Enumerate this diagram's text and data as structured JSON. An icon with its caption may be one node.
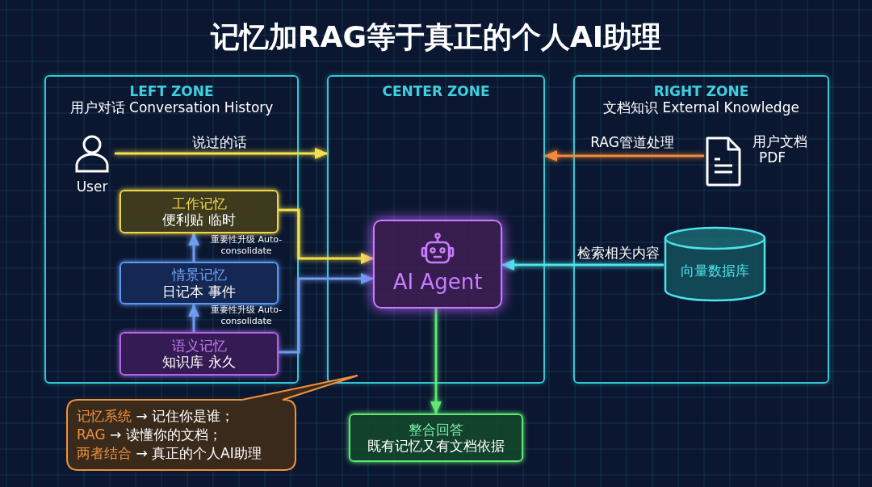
{
  "diagram": {
    "title": "记忆加RAG等于真正的个人AI助理",
    "nodes": [
      {
        "text": [
          "LEFT ZONE",
          "用户对话 Conversation History"
        ]
      },
      {
        "text": [
          "User"
        ],
        "in": 0
      },
      {
        "text": [
          "工作记忆",
          "便利贴 临时"
        ],
        "in": 0
      },
      {
        "text": [
          "情景记忆",
          "日记本 事件"
        ],
        "in": 0
      },
      {
        "text": [
          "语义记忆",
          "知识库 永久"
        ],
        "in": 0
      },
      {
        "text": [
          "CENTER ZONE"
        ]
      },
      {
        "text": [
          "AI Agent"
        ],
        "in": 5
      },
      {
        "text": [
          "RIGHT ZONE",
          "文档知识 External Knowledge"
        ]
      },
      {
        "text": [
          "用户文档",
          "PDF"
        ],
        "in": 7
      },
      {
        "text": [
          "向量数据库"
        ],
        "in": 7
      },
      {
        "text": [
          "整合回答",
          "既有记忆又有文档依据"
        ]
      },
      {
        "text": [
          "**记忆系统** → 记住你是谁；",
          "**RAG** → 读懂你的文档；",
          "**两者结合** → 真正的个人AI助理"
        ]
      }
    ],
    "edges": [
      {
        "from": 1,
        "to": 5,
        "arrow": "to",
        "label": "说过的话",
        "color": "#f5e04a"
      },
      {
        "from": 2,
        "to": 6,
        "arrow": "to",
        "color": "#f5e04a"
      },
      {
        "from": 3,
        "to": 2,
        "arrow": "to",
        "label": "重要性升级 Auto-consolidate",
        "color": "#6f9cf0"
      },
      {
        "from": 4,
        "to": 3,
        "arrow": "to",
        "label": "重要性升级 Auto-consolidate",
        "color": "#6f9cf0"
      },
      {
        "from": 4,
        "to": 6,
        "arrow": "to",
        "color": "#6f9cf0"
      },
      {
        "from": 8,
        "to": 5,
        "arrow": "to",
        "label": "RAG管道处理",
        "color": "#f28a3c"
      },
      {
        "from": 9,
        "to": 6,
        "arrow": "to",
        "label": "检索相关内容",
        "color": "#4fe3ea"
      },
      {
        "from": 6,
        "to": 10,
        "arrow": "to",
        "color": "#5ee872"
      }
    ]
  }
}
